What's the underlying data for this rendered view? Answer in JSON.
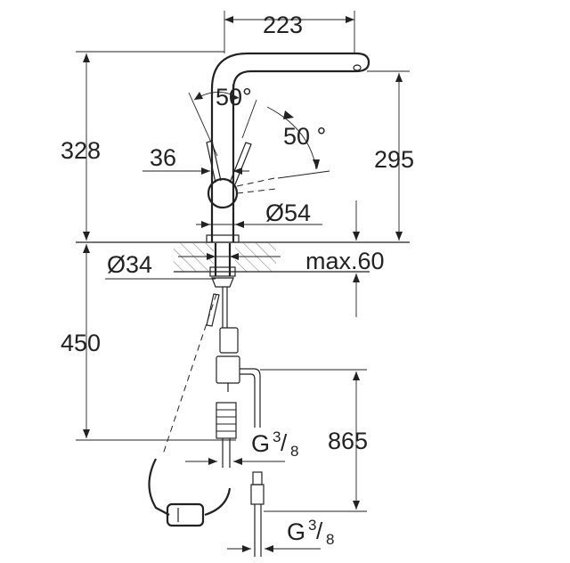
{
  "dimensions": {
    "spout_reach": "223",
    "total_height": "328",
    "spout_height": "295",
    "angle_lever": "50°",
    "angle_spray": "50 °",
    "lever_offset": "36",
    "body_diameter": "Ø54",
    "hole_diameter": "Ø34",
    "max_thickness": "max.60",
    "shank_length": "450",
    "hose_length": "865",
    "connection_1": {
      "prefix": "G",
      "num": "3",
      "den": "8"
    },
    "connection_2": {
      "prefix": "G",
      "num": "3",
      "den": "8"
    }
  },
  "colors": {
    "line": "#222222",
    "background": "#ffffff",
    "hatch": "#555555"
  }
}
